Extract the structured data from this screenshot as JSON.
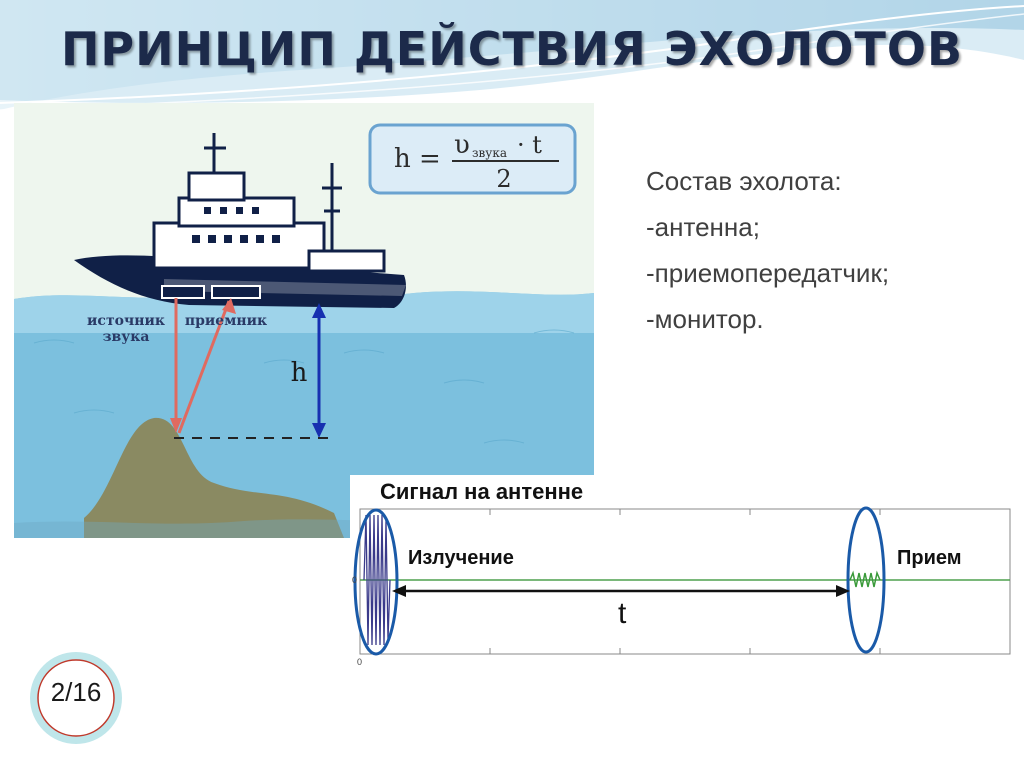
{
  "slide": {
    "title": "ПРИНЦИП ДЕЙСТВИЯ ЭХОЛОТОВ",
    "page_indicator": "2/16"
  },
  "illustration": {
    "formula_lhs": "h =",
    "formula_numerator_symbol": "υ",
    "formula_numerator_sub": "звука",
    "formula_numerator_rest": "· t",
    "formula_denominator": "2",
    "label_source_line1": "источник",
    "label_source_line2": "звука",
    "label_receiver": "приемник",
    "label_depth": "h"
  },
  "composition": {
    "heading": "Состав эхолота:",
    "items": [
      "-антенна;",
      "-приемопередатчик;",
      "-монитор."
    ]
  },
  "signal": {
    "title": "Сигнал на антенне",
    "emission_label": "Излучение",
    "reception_label": "Прием",
    "time_label": "t",
    "axis_y_zero": "0",
    "axis_x_zero": "0"
  }
}
